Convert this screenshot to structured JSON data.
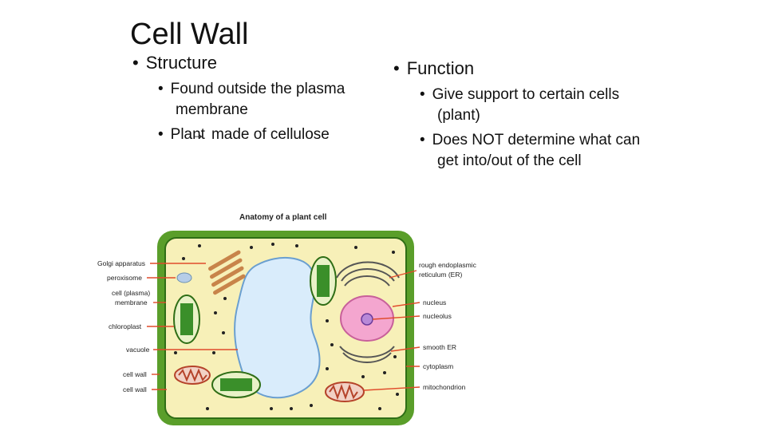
{
  "slide": {
    "title": "Cell Wall",
    "structure": {
      "heading": "Structure",
      "bullets": [
        "Found outside the plasma membrane",
        "made of cellulose"
      ],
      "plant_prefix": "Plant"
    },
    "function": {
      "heading": "Function",
      "bullets": [
        "Give support to certain cells (plant)",
        "Does NOT determine what can get into/out of the cell"
      ]
    }
  },
  "diagram": {
    "title": "Anatomy of a plant cell",
    "labels_left": [
      "Golgi apparatus",
      "peroxisome",
      "cell (plasma)",
      "membrane",
      "chloroplast",
      "vacuole",
      "cell wall",
      "cell wall"
    ],
    "labels_right": [
      "rough endoplasmic",
      "reticulum (ER)",
      "nucleus",
      "nucleolus",
      "smooth ER",
      "cytoplasm",
      "mitochondrion"
    ],
    "colors": {
      "wall": "#5a9e2a",
      "cytoplasm": "#f7f0b8",
      "vacuole": "#d9ecfb",
      "chloroplast": "#3a8f2a",
      "nucleus": "#f4a6cf",
      "nucleolus": "#b889d8",
      "mitochondria": "#b5432a",
      "golgi": "#c8844a",
      "arrow": "#e04a2a"
    }
  }
}
